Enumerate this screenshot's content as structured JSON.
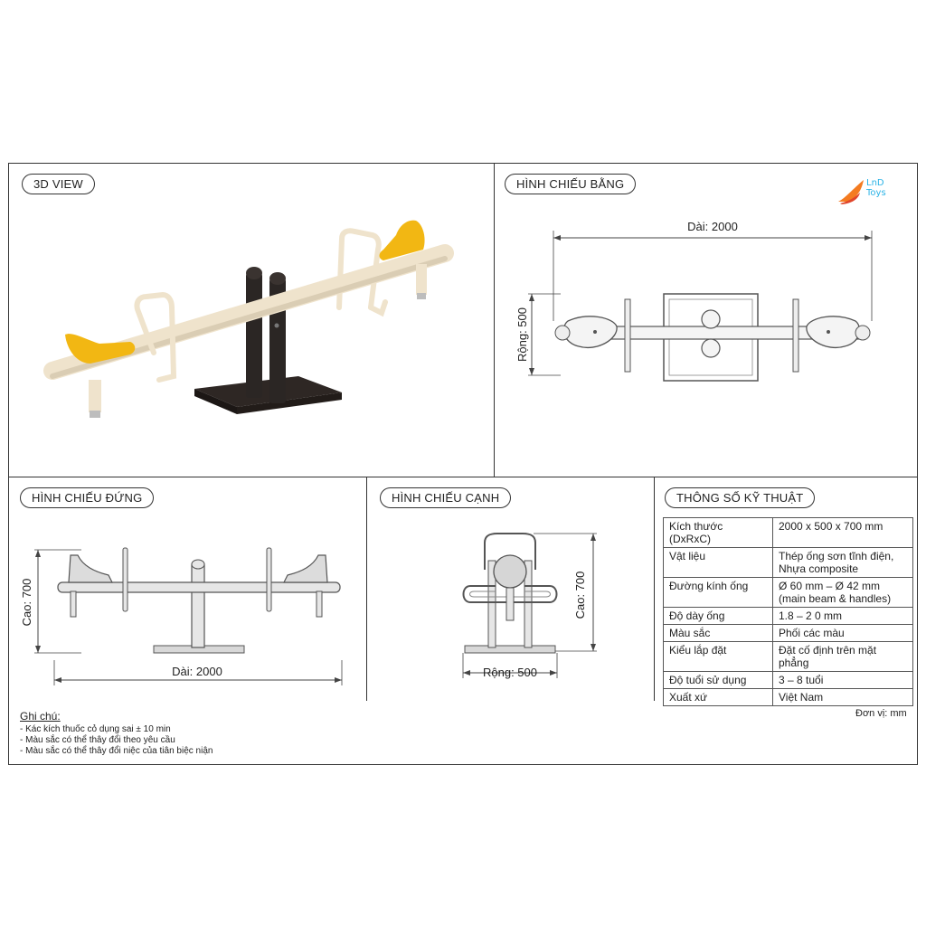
{
  "panels": {
    "view3d": "3D VIEW",
    "plan": "HÌNH CHIẾU BẰNG",
    "front": "HÌNH CHIẾU ĐỨNG",
    "side": "HÌNH CHIẾU CẠNH",
    "specs": "THÔNG SỐ KỸ THUẬT"
  },
  "logo": {
    "line1": "LnD",
    "line2": "Toys"
  },
  "dimensions": {
    "plan_length": "Dài: 2000",
    "plan_width": "Rộng: 500",
    "front_height": "Cao: 700",
    "front_length": "Dài: 2000",
    "side_height": "Cao: 700",
    "side_width": "Rộng: 500"
  },
  "specs": [
    {
      "key": "Kích thước (DxRxC)",
      "value": "2000 x 500 x 700 mm"
    },
    {
      "key": "Vật liệu",
      "value": "Thép ống sơn tĩnh điện,",
      "value2": "Nhựa composite"
    },
    {
      "key": "Đường kính ống",
      "value": "Ø 60 mm – Ø 42 mm",
      "value2": "(main beam & handles)"
    },
    {
      "key": "Độ dày ống",
      "value": "1.8 – 2 0 mm"
    },
    {
      "key": "Màu sắc",
      "value": "Phối các màu"
    },
    {
      "key": "Kiểu lắp đặt",
      "value": "Đặt cố định trên mặt phẳng"
    },
    {
      "key": "Độ tuổi sử dụng",
      "value": "3 – 8 tuổi"
    },
    {
      "key": "Xuất xứ",
      "value": "Việt Nam"
    }
  ],
  "unit": "Đơn vị: mm",
  "notes": {
    "title": "Ghi chú:",
    "items": [
      "- Kác kích thuốc cỏ dụng sai ± 10 min",
      "- Màu sắc có thể thây đổi theo yêu cầu",
      "- Màu sắc có thể thây đổi niệc của tiân biệc niận"
    ]
  },
  "colors": {
    "beam": "#efe3cc",
    "beam_shade": "#cdbfa5",
    "seat": "#f2b713",
    "post": "#2b2624",
    "base": "#2e2724",
    "logo_orange": "#f47b20",
    "logo_blue": "#2bb3e6"
  }
}
